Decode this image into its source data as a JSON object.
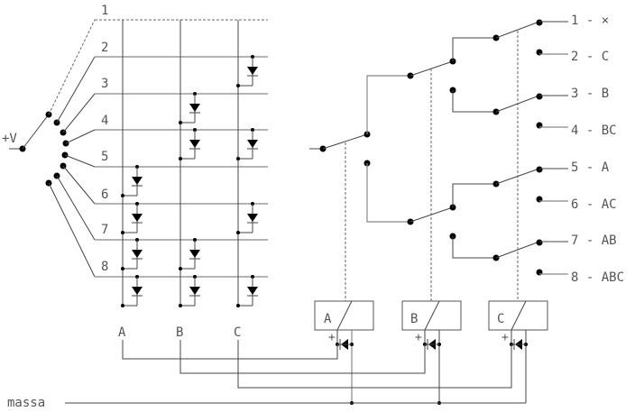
{
  "title": "Diode matrix selector with relay decoder",
  "supply_label": "+V",
  "ground_label": "massa",
  "rows": [
    {
      "label": "1",
      "diodes": []
    },
    {
      "label": "2",
      "diodes": [
        "C"
      ]
    },
    {
      "label": "3",
      "diodes": [
        "B"
      ]
    },
    {
      "label": "4",
      "diodes": [
        "B",
        "C"
      ]
    },
    {
      "label": "5",
      "diodes": [
        "A"
      ]
    },
    {
      "label": "6",
      "diodes": [
        "A",
        "C"
      ]
    },
    {
      "label": "7",
      "diodes": [
        "A",
        "B"
      ]
    },
    {
      "label": "8",
      "diodes": [
        "A",
        "B",
        "C"
      ]
    }
  ],
  "columns": [
    {
      "label": "A"
    },
    {
      "label": "B"
    },
    {
      "label": "C"
    }
  ],
  "relays": [
    {
      "label": "A",
      "polarity": "+"
    },
    {
      "label": "B",
      "polarity": "+"
    },
    {
      "label": "C",
      "polarity": "+"
    }
  ],
  "outputs": [
    {
      "text": "1 - ×"
    },
    {
      "text": "2 - C"
    },
    {
      "text": "3 - B"
    },
    {
      "text": "4 - BC"
    },
    {
      "text": "5 - A"
    },
    {
      "text": "6 - AC"
    },
    {
      "text": "7 - AB"
    },
    {
      "text": "8 - ABC"
    }
  ]
}
